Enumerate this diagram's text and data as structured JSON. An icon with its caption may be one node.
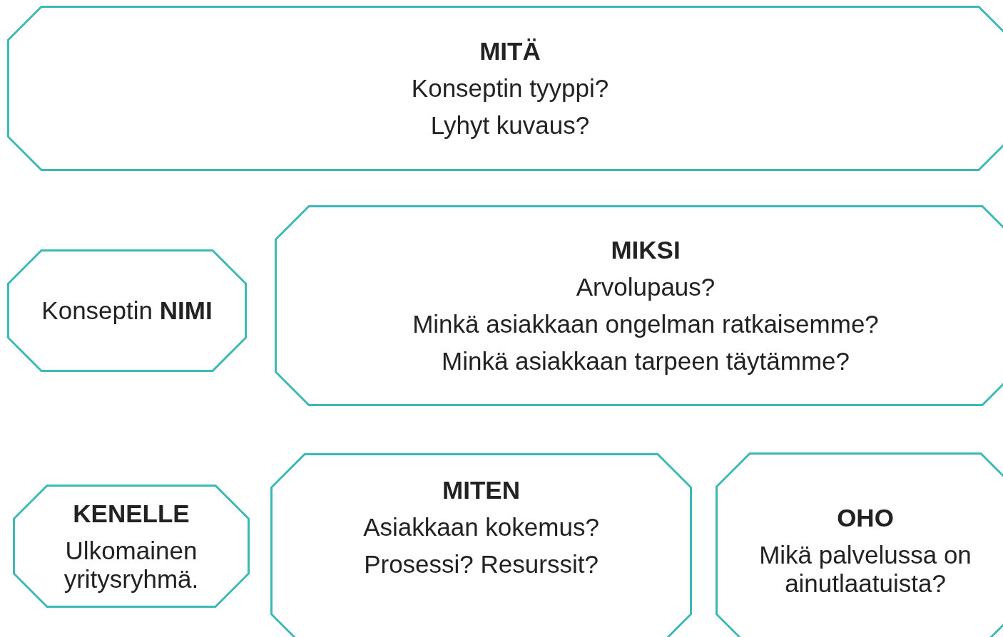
{
  "diagram": {
    "nodes": [
      {
        "text": [
          "MITÄ",
          "Konseptin tyyppi?",
          "Lyhyt kuvaus?"
        ]
      },
      {
        "text": [
          "Konseptin **NIMI**"
        ]
      },
      {
        "text": [
          "MIKSI",
          "Arvolupaus?",
          "Minkä asiakkaan ongelman ratkaisemme?",
          "Minkä asiakkaan tarpeen täytämme?"
        ]
      },
      {
        "text": [
          "KENELLE",
          "Ulkomainen yritysryhmä."
        ]
      },
      {
        "text": [
          "MITEN",
          "Asiakkaan kokemus?",
          "Prosessi? Resurssit?"
        ]
      },
      {
        "text": [
          "OHO",
          "Mikä palvelussa on ainutlaatuista?"
        ]
      }
    ]
  }
}
